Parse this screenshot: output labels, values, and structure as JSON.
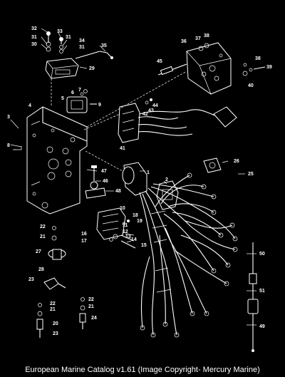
{
  "caption": "European Marine Catalog v1.61 (Image Copyright- Mercury Marine)",
  "callouts": [
    "1",
    "2",
    "3",
    "4",
    "5",
    "6",
    "7",
    "8",
    "9",
    "10",
    "11",
    "12",
    "13",
    "14",
    "15",
    "16",
    "17",
    "18",
    "19",
    "20",
    "21",
    "22",
    "23",
    "24",
    "25",
    "26",
    "27",
    "28",
    "29",
    "30",
    "31",
    "32",
    "33",
    "34",
    "35",
    "36",
    "37",
    "38",
    "39",
    "40",
    "41",
    "42",
    "43",
    "44",
    "45",
    "46",
    "47",
    "48",
    "49",
    "50",
    "51"
  ]
}
